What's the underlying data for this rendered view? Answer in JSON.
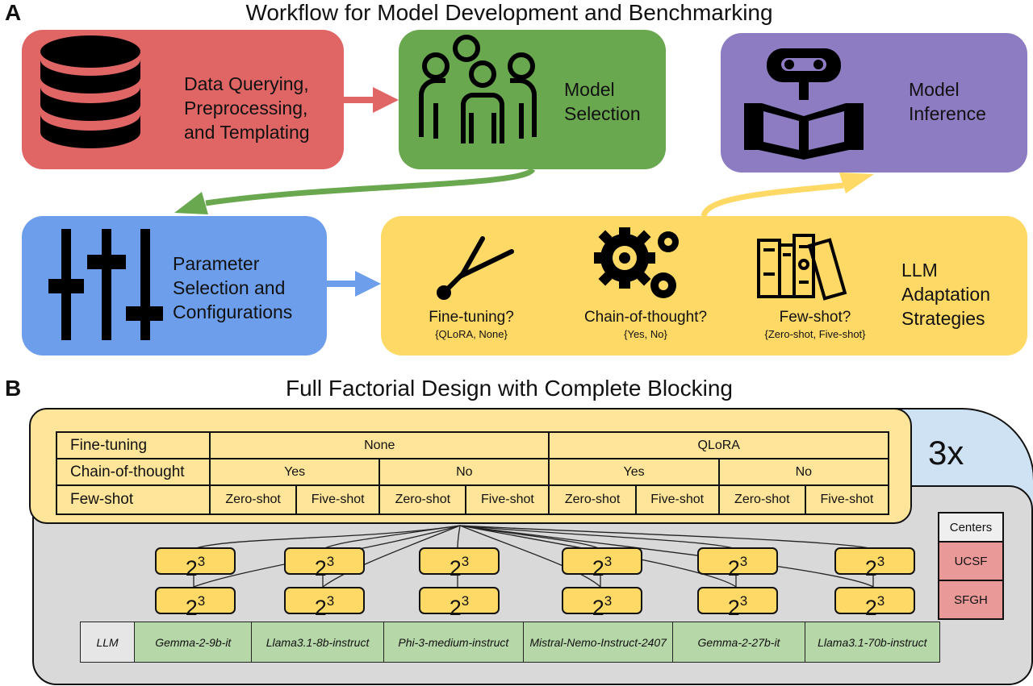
{
  "panel_a": {
    "letter": "A",
    "title": "Workflow for Model Development and Benchmarking",
    "data_box": {
      "lines": [
        "Data Querying,",
        "Preprocessing,",
        "and Templating"
      ],
      "color": "#e06666",
      "icon": "database-icon"
    },
    "model_box": {
      "lines": [
        "Model",
        "Selection"
      ],
      "color": "#6aa84f",
      "icon": "people-group-icon"
    },
    "inference_box": {
      "lines": [
        "Model",
        "Inference"
      ],
      "color": "#8e7cc3",
      "icon": "robot-reading-icon"
    },
    "param_box": {
      "lines": [
        "Parameter",
        "Selection and",
        "Configurations"
      ],
      "color": "#6d9eeb",
      "icon": "sliders-icon"
    },
    "strategy_box": {
      "color": "#ffd966",
      "lines": [
        "LLM",
        "Adaptation",
        "Strategies"
      ],
      "items": [
        {
          "label": "Fine-tuning?",
          "options": "{QLoRA, None}",
          "icon": "tuning-fork-icon"
        },
        {
          "label": "Chain-of-thought?",
          "options": "{Yes, No}",
          "icon": "gears-icon"
        },
        {
          "label": "Few-shot?",
          "options": "{Zero-shot, Five-shot}",
          "icon": "books-icon"
        }
      ]
    },
    "arrow_colors": {
      "red": "#e06666",
      "green": "#6aa84f",
      "blue": "#6d9eeb",
      "yellow": "#ffd966"
    }
  },
  "panel_b": {
    "letter": "B",
    "title": "Full Factorial Design with Complete Blocking",
    "replicates": "3x",
    "design_table": {
      "row_headers": [
        "Fine-tuning",
        "Chain-of-thought",
        "Few-shot"
      ],
      "fine_tuning": [
        "None",
        "QLoRA"
      ],
      "chain_of_thought": [
        "Yes",
        "No",
        "Yes",
        "No"
      ],
      "few_shot": [
        "Zero-shot",
        "Five-shot",
        "Zero-shot",
        "Five-shot",
        "Zero-shot",
        "Five-shot",
        "Zero-shot",
        "Five-shot"
      ]
    },
    "power_base": "2",
    "power_exp": "3",
    "models_header": "LLM",
    "models": [
      "Gemma-2-9b-it",
      "Llama3.1-8b-instruct",
      "Phi-3-medium-instruct",
      "Mistral-Nemo-Instruct-2407",
      "Gemma-2-27b-it",
      "Llama3.1-70b-instruct"
    ],
    "centers": {
      "header": "Centers",
      "items": [
        "UCSF",
        "SFGH"
      ]
    },
    "colors": {
      "table_bg": "#ffe599",
      "outer_bg": "#d9d9d9",
      "replicate_bg": "#cfe2f3",
      "model_bg": "#b6d7a8",
      "center_bg": "#ea9999"
    }
  }
}
